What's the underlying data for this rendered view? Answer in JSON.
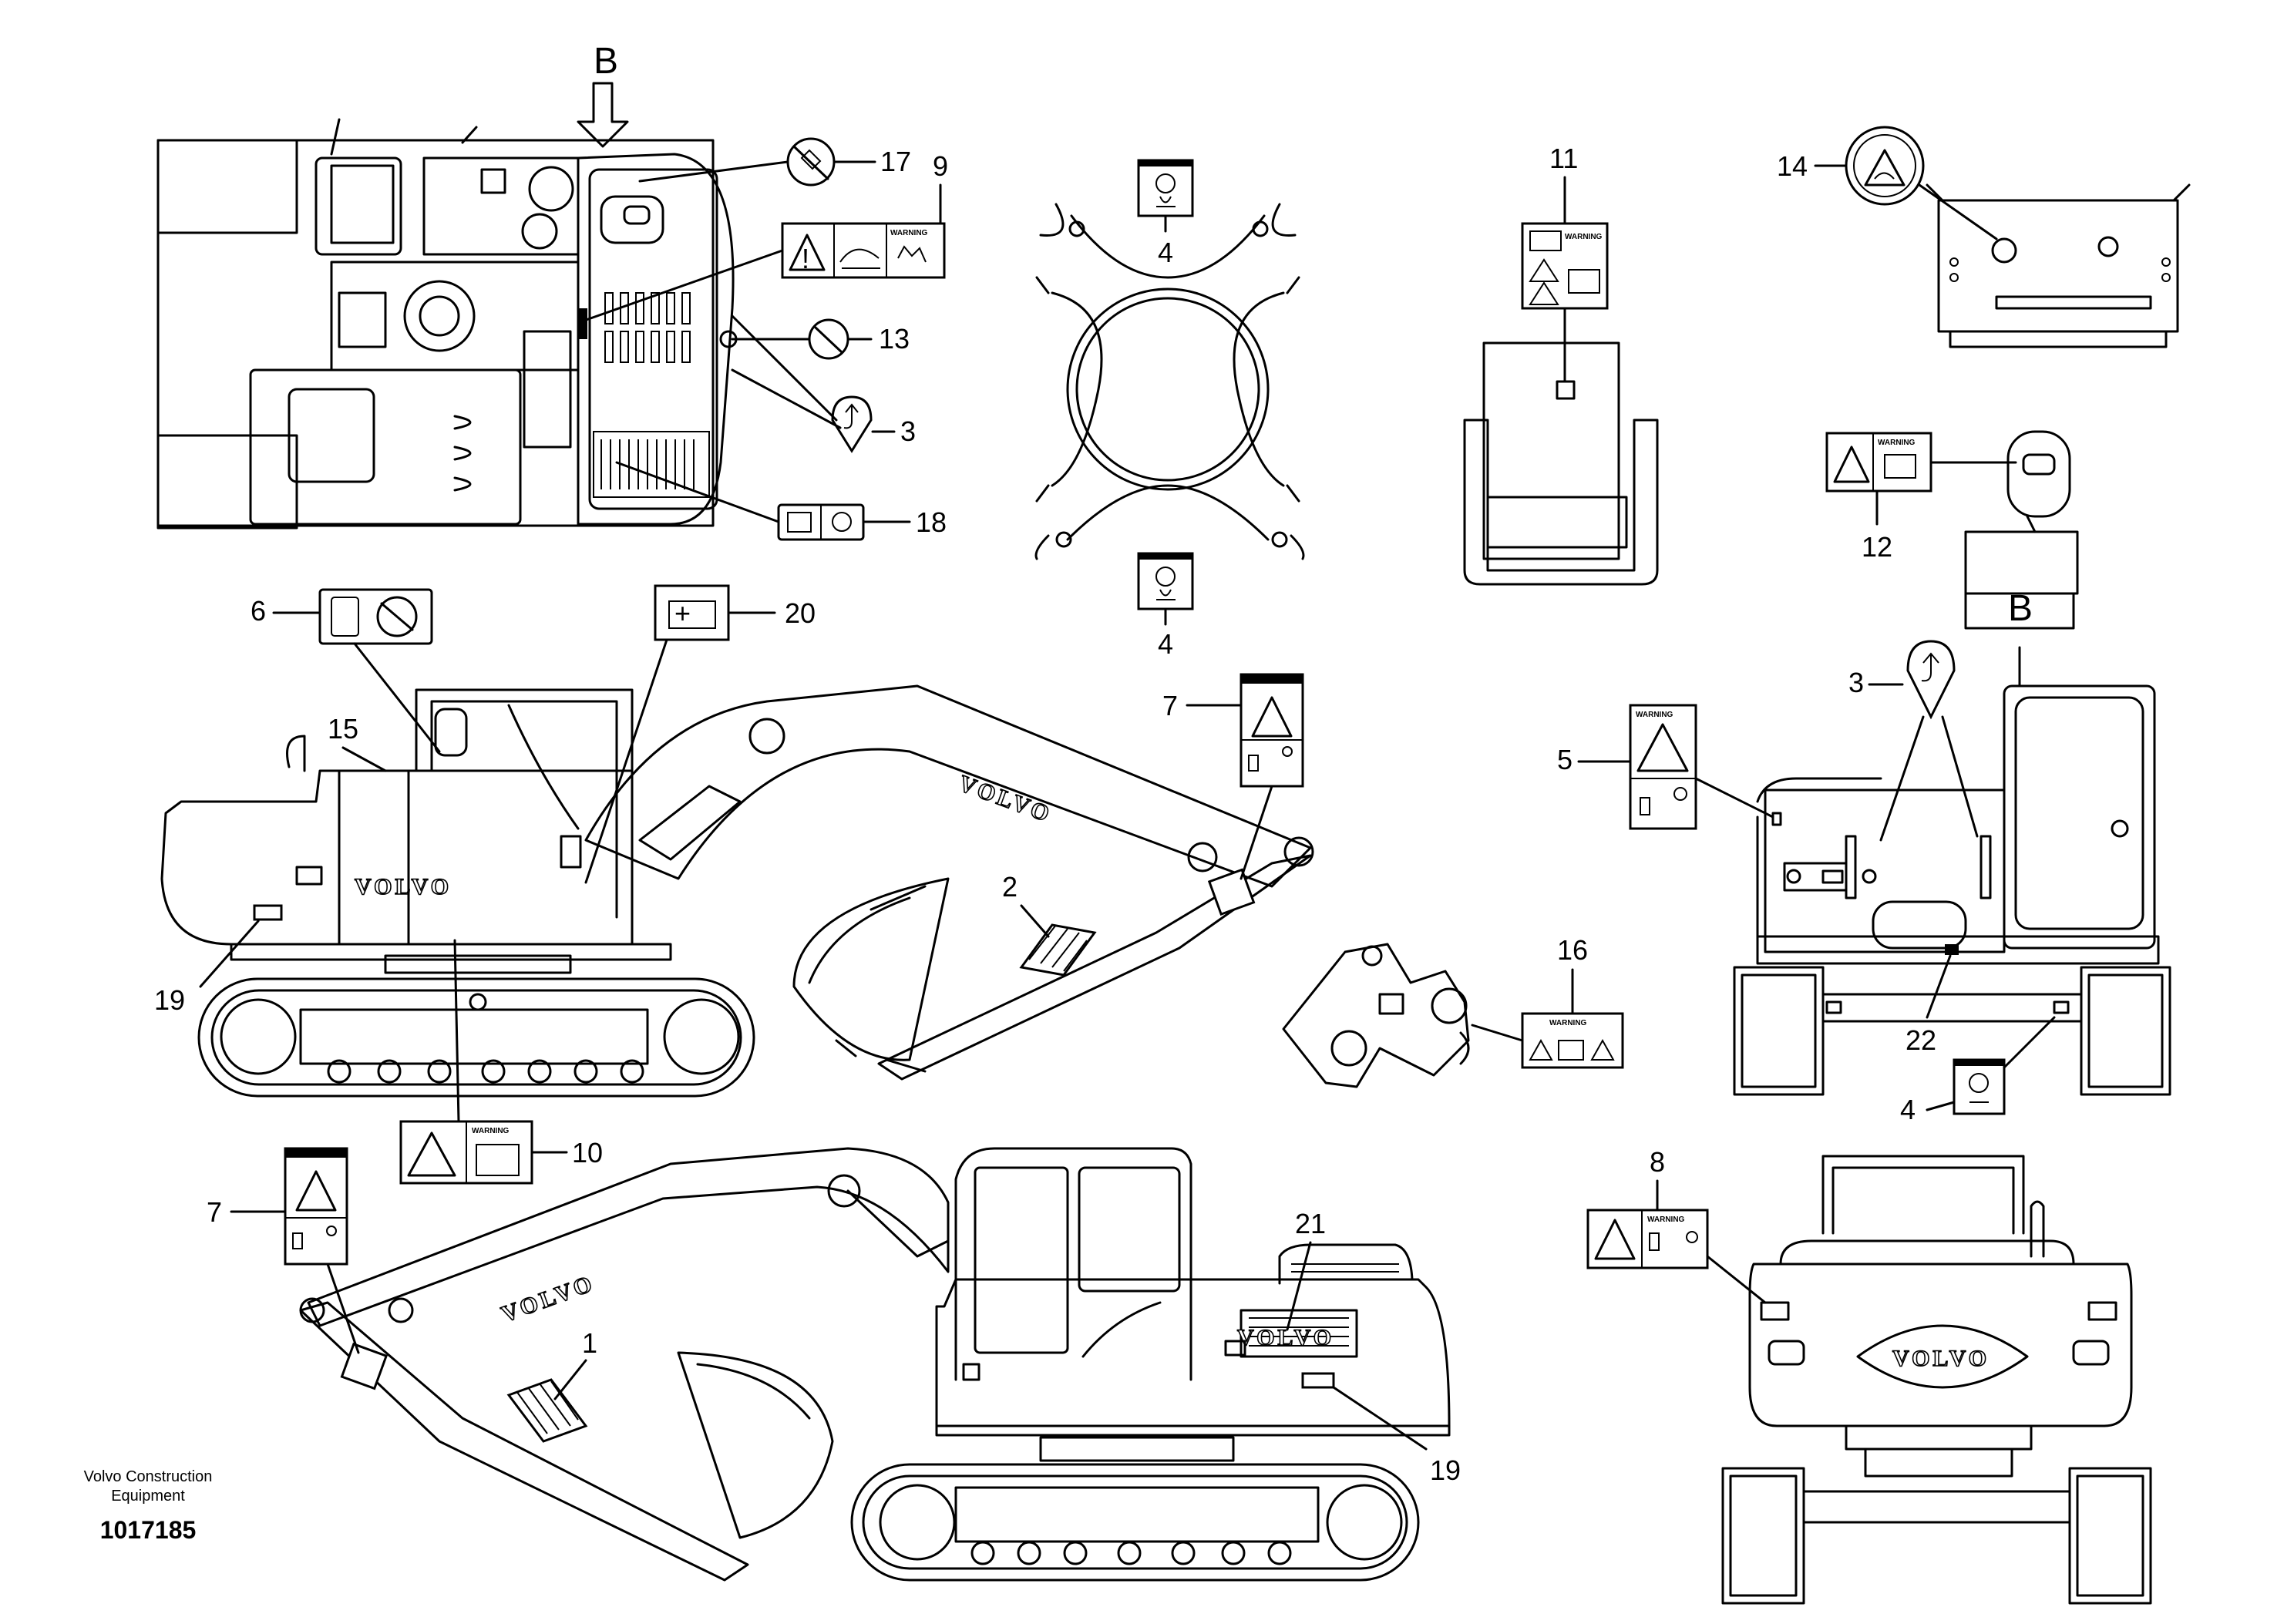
{
  "view_labels": {
    "view_b": "B",
    "view_b_bottom": "B"
  },
  "callouts": {
    "c1": "1",
    "c2": "2",
    "c3_top": "3",
    "c3_right": "3",
    "c4_top": "4",
    "c4_mid": "4",
    "c4_rear": "4",
    "c5": "5",
    "c6": "6",
    "c7_side": "7",
    "c7_lower": "7",
    "c8": "8",
    "c9": "9",
    "c10": "10",
    "c11": "11",
    "c12": "12",
    "c13": "13",
    "c14": "14",
    "c15": "15",
    "c16": "16",
    "c17": "17",
    "c18": "18",
    "c19_side": "19",
    "c19_lower": "19",
    "c20": "20",
    "c21": "21",
    "c22": "22"
  },
  "decal_text": {
    "warning": "WARNING",
    "brand": "VOLVO"
  },
  "footer": {
    "company_line_1": "Volvo Construction",
    "company_line_2": "Equipment",
    "doc_number": "1017185"
  }
}
